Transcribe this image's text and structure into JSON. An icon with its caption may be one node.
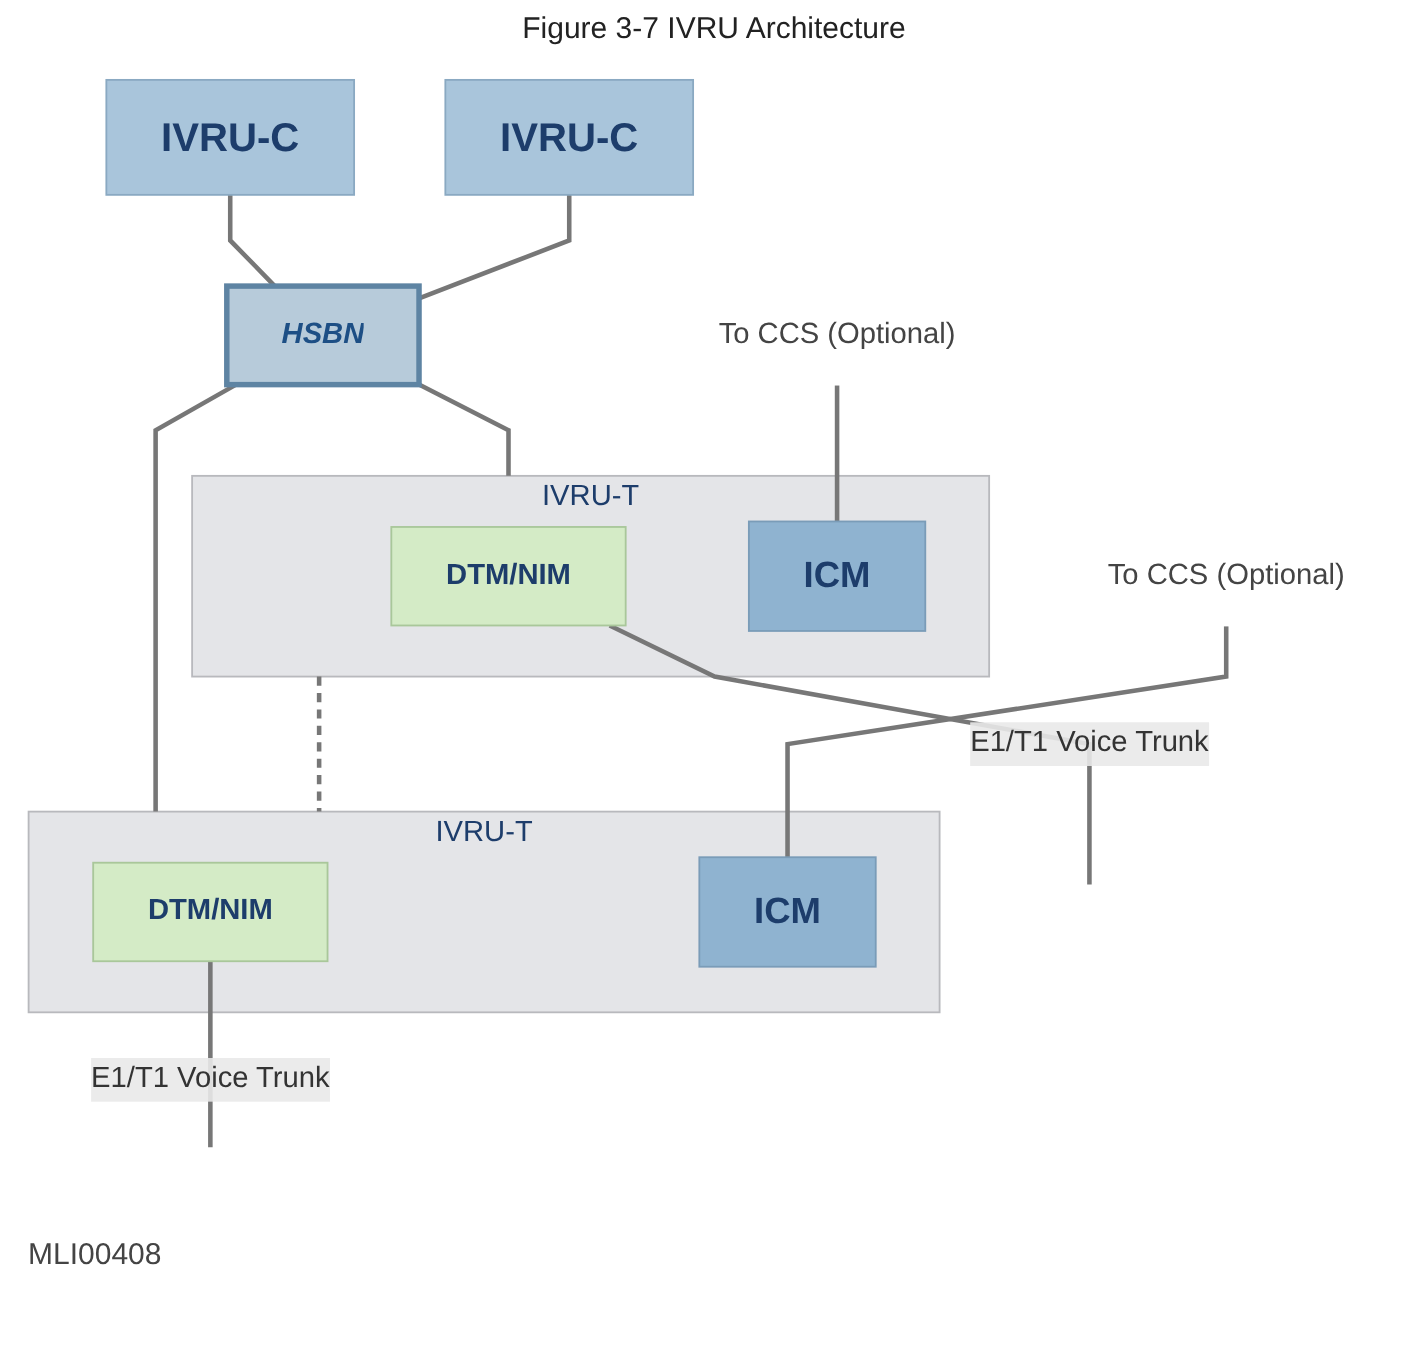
{
  "diagram": {
    "title": "Figure 3-7 IVRU Architecture",
    "nodes": [
      {
        "text": [
          "IVRU-C"
        ]
      },
      {
        "text": [
          "IVRU-C"
        ]
      },
      {
        "text": [
          "HSBN"
        ]
      },
      {
        "text": [
          "IVRU-T"
        ]
      },
      {
        "text": [
          "DTM/NIM"
        ],
        "in": 3
      },
      {
        "text": [
          "ICM"
        ],
        "in": 3
      },
      {
        "text": [
          "IVRU-T"
        ]
      },
      {
        "text": [
          "DTM/NIM"
        ],
        "in": 6
      },
      {
        "text": [
          "ICM"
        ],
        "in": 6
      },
      {
        "text": [
          "To CCS (Optional)"
        ]
      },
      {
        "text": [
          "To CCS (Optional)"
        ]
      }
    ],
    "edges": [
      {
        "from": 0,
        "to": 2,
        "arrow": "none"
      },
      {
        "from": 1,
        "to": 2,
        "arrow": "none"
      },
      {
        "from": 2,
        "to": 3,
        "arrow": "none"
      },
      {
        "from": 2,
        "to": 6,
        "arrow": "none"
      },
      {
        "from": 9,
        "to": 5,
        "arrow": "none"
      },
      {
        "from": 10,
        "to": 8,
        "arrow": "none"
      },
      {
        "from": 3,
        "to": 6,
        "arrow": "none",
        "style": "dashed"
      },
      {
        "from": 4,
        "to": null,
        "arrow": "none",
        "label": "E1/T1 Voice Trunk"
      },
      {
        "from": 7,
        "to": null,
        "arrow": "none",
        "label": "E1/T1 Voice Trunk"
      }
    ],
    "labels": [
      "MLI00408"
    ]
  }
}
